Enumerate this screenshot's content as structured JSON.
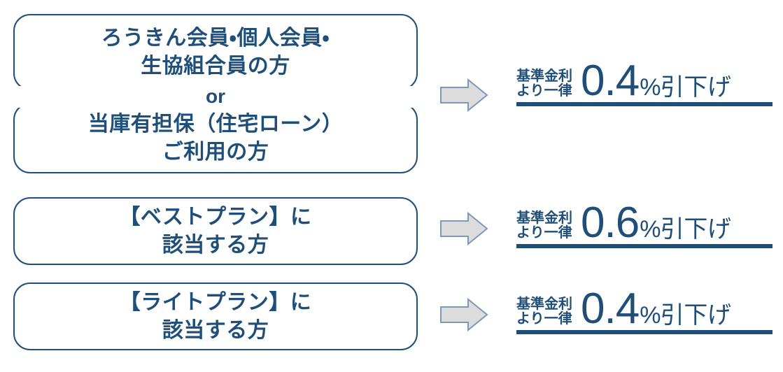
{
  "meta": {
    "title": "金利引下げ条件一覧",
    "accent_navy": "#1f4e79",
    "arrow_fill": "#dcdcdc",
    "arrow_border": "#7a9ab8",
    "background": "#ffffff"
  },
  "connector": {
    "or_label": "or"
  },
  "rows": [
    {
      "conditions": [
        {
          "text": "ろうきん会員・個人会員・\n生協組合員の方"
        },
        {
          "text": "当庫有担保（住宅ローン）\nご利用の方"
        }
      ],
      "has_or": true,
      "arrow": "right-arrow-icon",
      "rate": {
        "prefix": "基準金利\nより一律",
        "value": "0.4",
        "suffix": "%引下げ"
      }
    },
    {
      "conditions": [
        {
          "text": "【ベストプラン】に\n該当する方"
        }
      ],
      "has_or": false,
      "arrow": "right-arrow-icon",
      "rate": {
        "prefix": "基準金利\nより一律",
        "value": "0.6",
        "suffix": "%引下げ"
      }
    },
    {
      "conditions": [
        {
          "text": "【ライトプラン】に\n該当する方"
        }
      ],
      "has_or": false,
      "arrow": "right-arrow-icon",
      "rate": {
        "prefix": "基準金利\nより一律",
        "value": "0.4",
        "suffix": "%引下げ"
      }
    }
  ]
}
